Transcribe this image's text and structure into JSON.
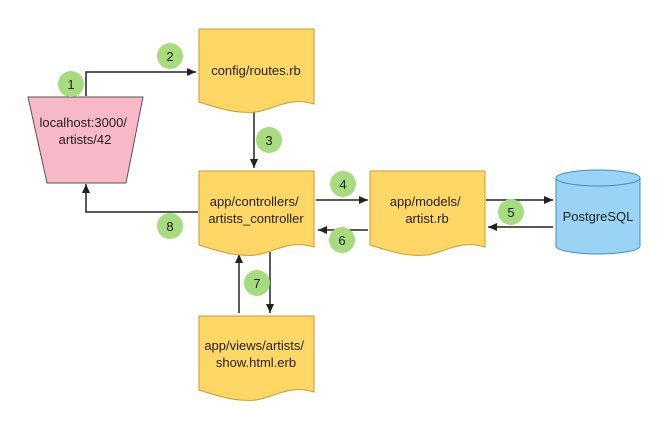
{
  "colors": {
    "document_fill": "#FED766",
    "document_stroke": "#C69C2E",
    "browser_fill": "#F7B8C8",
    "browser_stroke": "#555555",
    "database_fill": "#9BD3F4",
    "database_stroke": "#3E8EC4",
    "step_badge": "#A6DC7E",
    "edge": "#222222"
  },
  "nodes": {
    "browser": {
      "lines": [
        "localhost:3000/",
        "artists/42"
      ],
      "shape": "trapezoid"
    },
    "routes": {
      "lines": [
        "config/routes.rb"
      ],
      "shape": "document"
    },
    "controller": {
      "lines": [
        "app/controllers/",
        "artists_controller"
      ],
      "shape": "document"
    },
    "model": {
      "lines": [
        "app/models/",
        "artist.rb"
      ],
      "shape": "document"
    },
    "database": {
      "lines": [
        "PostgreSQL"
      ],
      "shape": "cylinder"
    },
    "view": {
      "lines": [
        "app/views/artists/",
        "show.html.erb"
      ],
      "shape": "document"
    }
  },
  "steps": [
    "1",
    "2",
    "3",
    "4",
    "5",
    "6",
    "7",
    "8"
  ]
}
